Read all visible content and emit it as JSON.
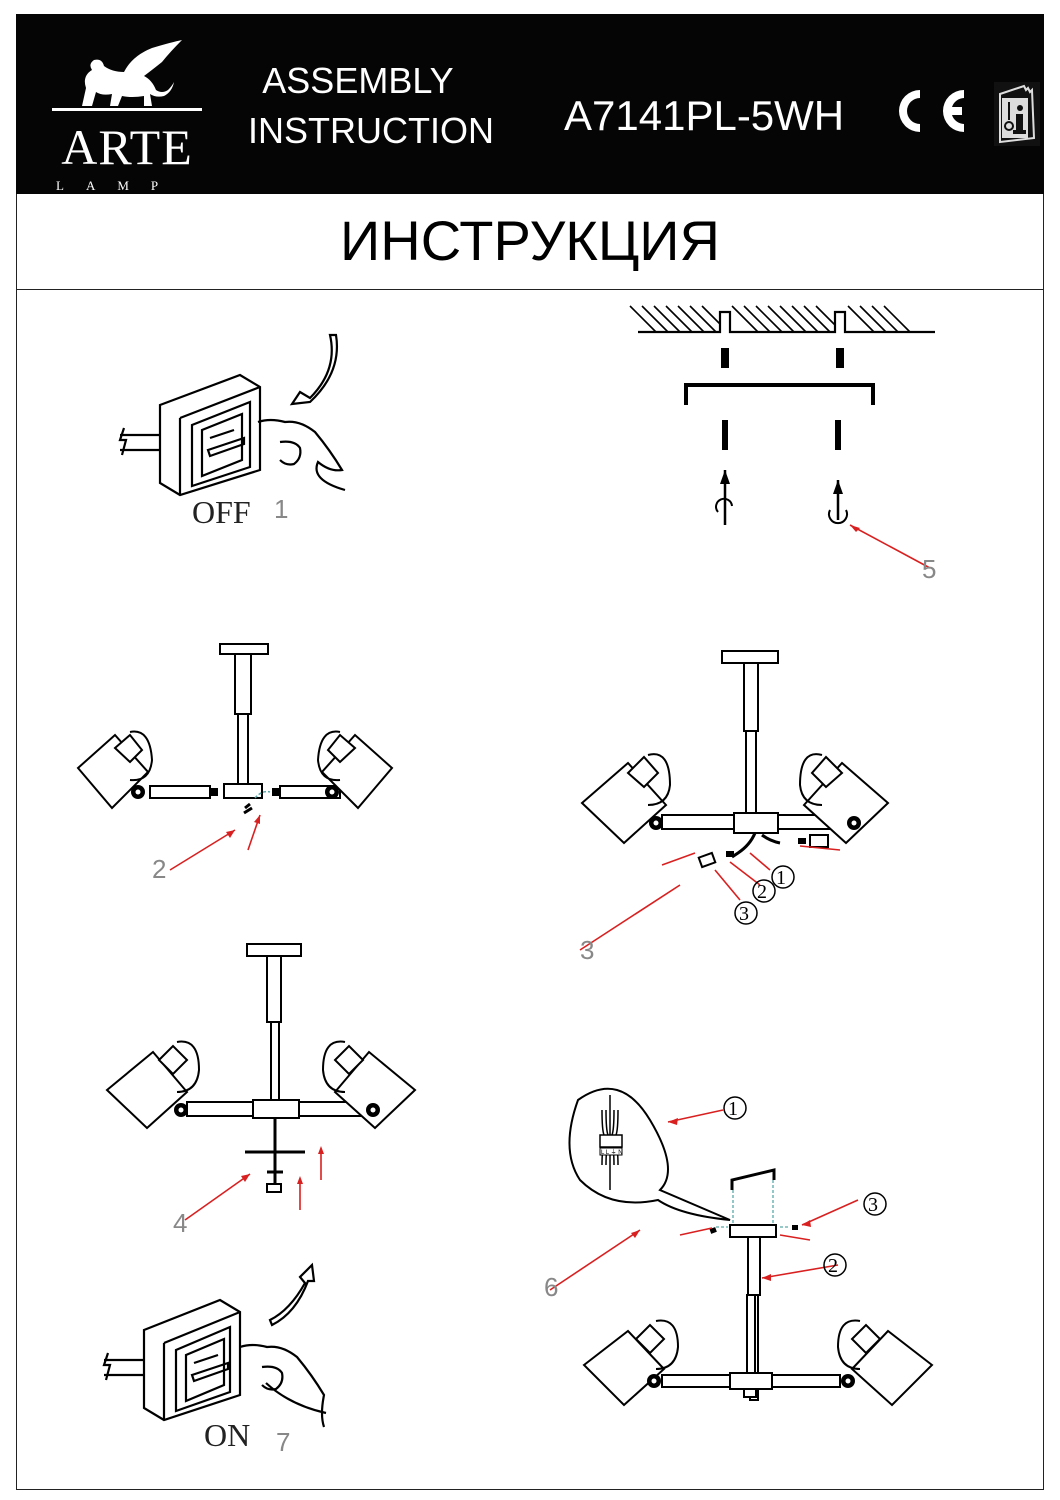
{
  "header": {
    "brand": "ARTE",
    "brand_sub": "LAMP",
    "title_line1": "ASSEMBLY",
    "title_line2": "INSTRUCTION",
    "model": "A7141PL-5WH",
    "ce_mark": "CE",
    "manual_icon": "manual-info-icon",
    "colors": {
      "band": "#050505",
      "text": "#ffffff"
    }
  },
  "subtitle": "ИНСТРУКЦИЯ",
  "steps": [
    {
      "number": "1",
      "label": "OFF",
      "icon": "switch-off-hand-icon"
    },
    {
      "number": "5",
      "icon": "ceiling-bracket-mounting-icon"
    },
    {
      "number": "2",
      "icon": "arm-attach-icon"
    },
    {
      "number": "3",
      "icon": "wire-connect-icon",
      "callouts": [
        "①",
        "②",
        "③"
      ]
    },
    {
      "number": "4",
      "icon": "cap-fasten-icon"
    },
    {
      "number": "6",
      "icon": "ceiling-mount-icon",
      "callouts": [
        "①",
        "②",
        "③"
      ],
      "terminal_labels": [
        "L",
        "L",
        "⏚",
        "N"
      ]
    },
    {
      "number": "7",
      "label": "ON",
      "icon": "switch-on-hand-icon"
    }
  ],
  "colors": {
    "callout_arrow": "#d92020",
    "dashed_guide": "#5aa9a9",
    "step_number": "#888888"
  }
}
